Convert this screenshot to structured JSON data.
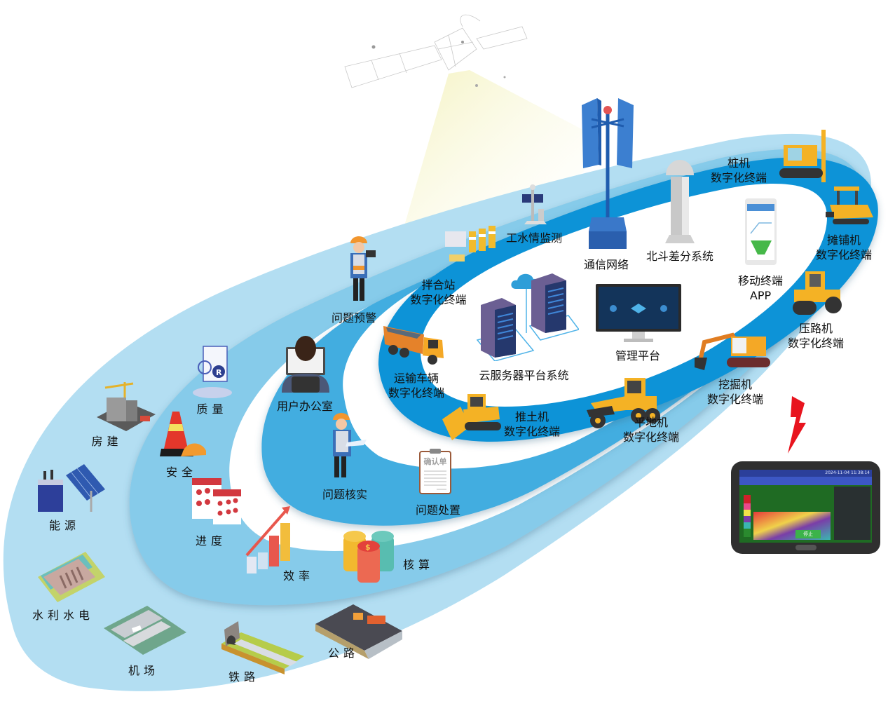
{
  "colors": {
    "outer_band": "#b3def2",
    "aspect_band": "#86cbea",
    "workflow_band": "#42ade0",
    "equipment_band": "#0a93d7",
    "machine_yellow": "#f5b81f",
    "lightning": "#e8141e"
  },
  "sky": {
    "satellite_icon": "satellite-icon"
  },
  "center": {
    "cloud_server": {
      "label": "云服务器平台系统",
      "icon": "cloud-server-icon"
    },
    "management_platform": {
      "label": "管理平台",
      "icon": "monitor-icon"
    },
    "comm_network": {
      "label": "通信网络",
      "icon": "antenna-tower-icon"
    },
    "beidou": {
      "label": "北斗差分系统",
      "icon": "gnss-base-station-icon"
    },
    "hydro_monitor": {
      "label": "工水情监测",
      "icon": "weather-station-icon"
    },
    "mobile_app": {
      "line1": "移动终端",
      "line2": "APP",
      "icon": "smartphone-icon"
    }
  },
  "equipment_ring": [
    {
      "name": "拌合站",
      "suffix": "数字化终端",
      "icon": "mixing-plant-icon"
    },
    {
      "name": "桩机",
      "suffix": "数字化终端",
      "icon": "pile-driver-icon"
    },
    {
      "name": "摊铺机",
      "suffix": "数字化终端",
      "icon": "paver-icon"
    },
    {
      "name": "压路机",
      "suffix": "数字化终端",
      "icon": "road-roller-icon"
    },
    {
      "name": "挖掘机",
      "suffix": "数字化终端",
      "icon": "excavator-icon"
    },
    {
      "name": "平地机",
      "suffix": "数字化终端",
      "icon": "grader-icon"
    },
    {
      "name": "推土机",
      "suffix": "数字化终端",
      "icon": "bulldozer-icon"
    },
    {
      "name": "运输车辆",
      "suffix": "数字化终端",
      "icon": "dump-truck-icon"
    }
  ],
  "workflow_ring": [
    {
      "label": "问题预警",
      "icon": "worker-megaphone-icon"
    },
    {
      "label": "用户办公室",
      "icon": "office-user-icon"
    },
    {
      "label": "问题核实",
      "icon": "worker-tablet-icon"
    },
    {
      "label": "问题处置",
      "icon": "clipboard-icon",
      "clipboard_text": "确认单"
    }
  ],
  "aspect_ring": [
    {
      "label": "质量",
      "icon": "quality-report-icon"
    },
    {
      "label": "安全",
      "icon": "traffic-cone-helmet-icon"
    },
    {
      "label": "进度",
      "icon": "calendar-icon"
    },
    {
      "label": "效率",
      "icon": "bar-growth-icon"
    },
    {
      "label": "核算",
      "icon": "coin-stack-icon"
    }
  ],
  "industry_ring": [
    {
      "label": "房建",
      "icon": "building-construction-icon"
    },
    {
      "label": "能源",
      "icon": "solar-substation-icon"
    },
    {
      "label": "水利水电",
      "icon": "dam-icon"
    },
    {
      "label": "机场",
      "icon": "airport-runway-icon"
    },
    {
      "label": "铁路",
      "icon": "railway-tunnel-icon"
    },
    {
      "label": "公路",
      "icon": "highway-paving-icon"
    }
  ],
  "tablet": {
    "icon": "rugged-tablet-icon",
    "datetime": "2024-11-04 11:38:14",
    "action_button": "停止"
  }
}
